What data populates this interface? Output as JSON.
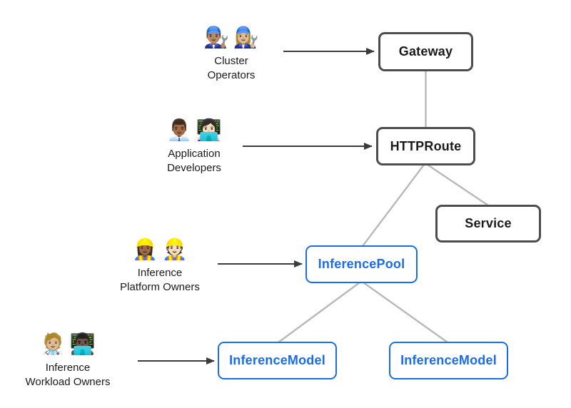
{
  "personas": [
    {
      "emojis": [
        "👨🏽‍🔧",
        "👩🏼‍🔧"
      ],
      "emoji_names": [
        "man-mechanic",
        "woman-mechanic"
      ],
      "label_lines": [
        "Cluster",
        "Operators"
      ]
    },
    {
      "emojis": [
        "👨🏾‍💼",
        "👩🏻‍💻"
      ],
      "emoji_names": [
        "man-office-worker",
        "woman-technologist"
      ],
      "label_lines": [
        "Application",
        "Developers"
      ]
    },
    {
      "emojis": [
        "👷🏾‍♀️",
        "👷🏻"
      ],
      "emoji_names": [
        "woman-construction-worker",
        "man-construction-worker"
      ],
      "label_lines": [
        "Inference",
        "Platform Owners"
      ]
    },
    {
      "emojis": [
        "🧑🏼‍⚕️",
        "👨🏿‍💻"
      ],
      "emoji_names": [
        "health-worker",
        "man-technologist"
      ],
      "label_lines": [
        "Inference",
        "Workload Owners"
      ]
    }
  ],
  "nodes": [
    {
      "label": "Gateway",
      "style": "dark"
    },
    {
      "label": "HTTPRoute",
      "style": "dark"
    },
    {
      "label": "Service",
      "style": "dark"
    },
    {
      "label": "InferencePool",
      "style": "blue"
    },
    {
      "label": "InferenceModel",
      "style": "blue"
    },
    {
      "label": "InferenceModel",
      "style": "blue"
    }
  ],
  "colors": {
    "dark_node_border": "#4d4d4d",
    "dark_node_text": "#1a1a1a",
    "blue_node": "#1a6ce8",
    "connector_line": "#b8b8b8",
    "arrow": "#3c3c3c",
    "background": "#ffffff"
  }
}
